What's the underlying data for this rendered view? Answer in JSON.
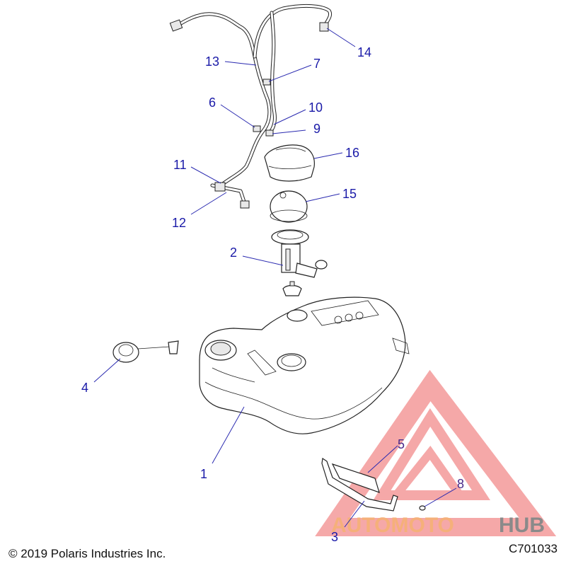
{
  "callouts": [
    {
      "label": "1"
    },
    {
      "label": "2"
    },
    {
      "label": "3"
    },
    {
      "label": "4"
    },
    {
      "label": "5"
    },
    {
      "label": "6"
    },
    {
      "label": "7"
    },
    {
      "label": "8"
    },
    {
      "label": "9"
    },
    {
      "label": "10"
    },
    {
      "label": "11"
    },
    {
      "label": "12"
    },
    {
      "label": "13"
    },
    {
      "label": "14"
    },
    {
      "label": "15"
    },
    {
      "label": "16"
    }
  ],
  "footer": {
    "copyright": "© 2019 Polaris Industries Inc.",
    "code": "C701033"
  },
  "watermark": {
    "text_part1": "AUTOMOTO",
    "text_part2": "HUB",
    "color_primary": "#f28c8c",
    "color_secondary": "#f5c98a",
    "color_hub": "#8a8a8a"
  }
}
